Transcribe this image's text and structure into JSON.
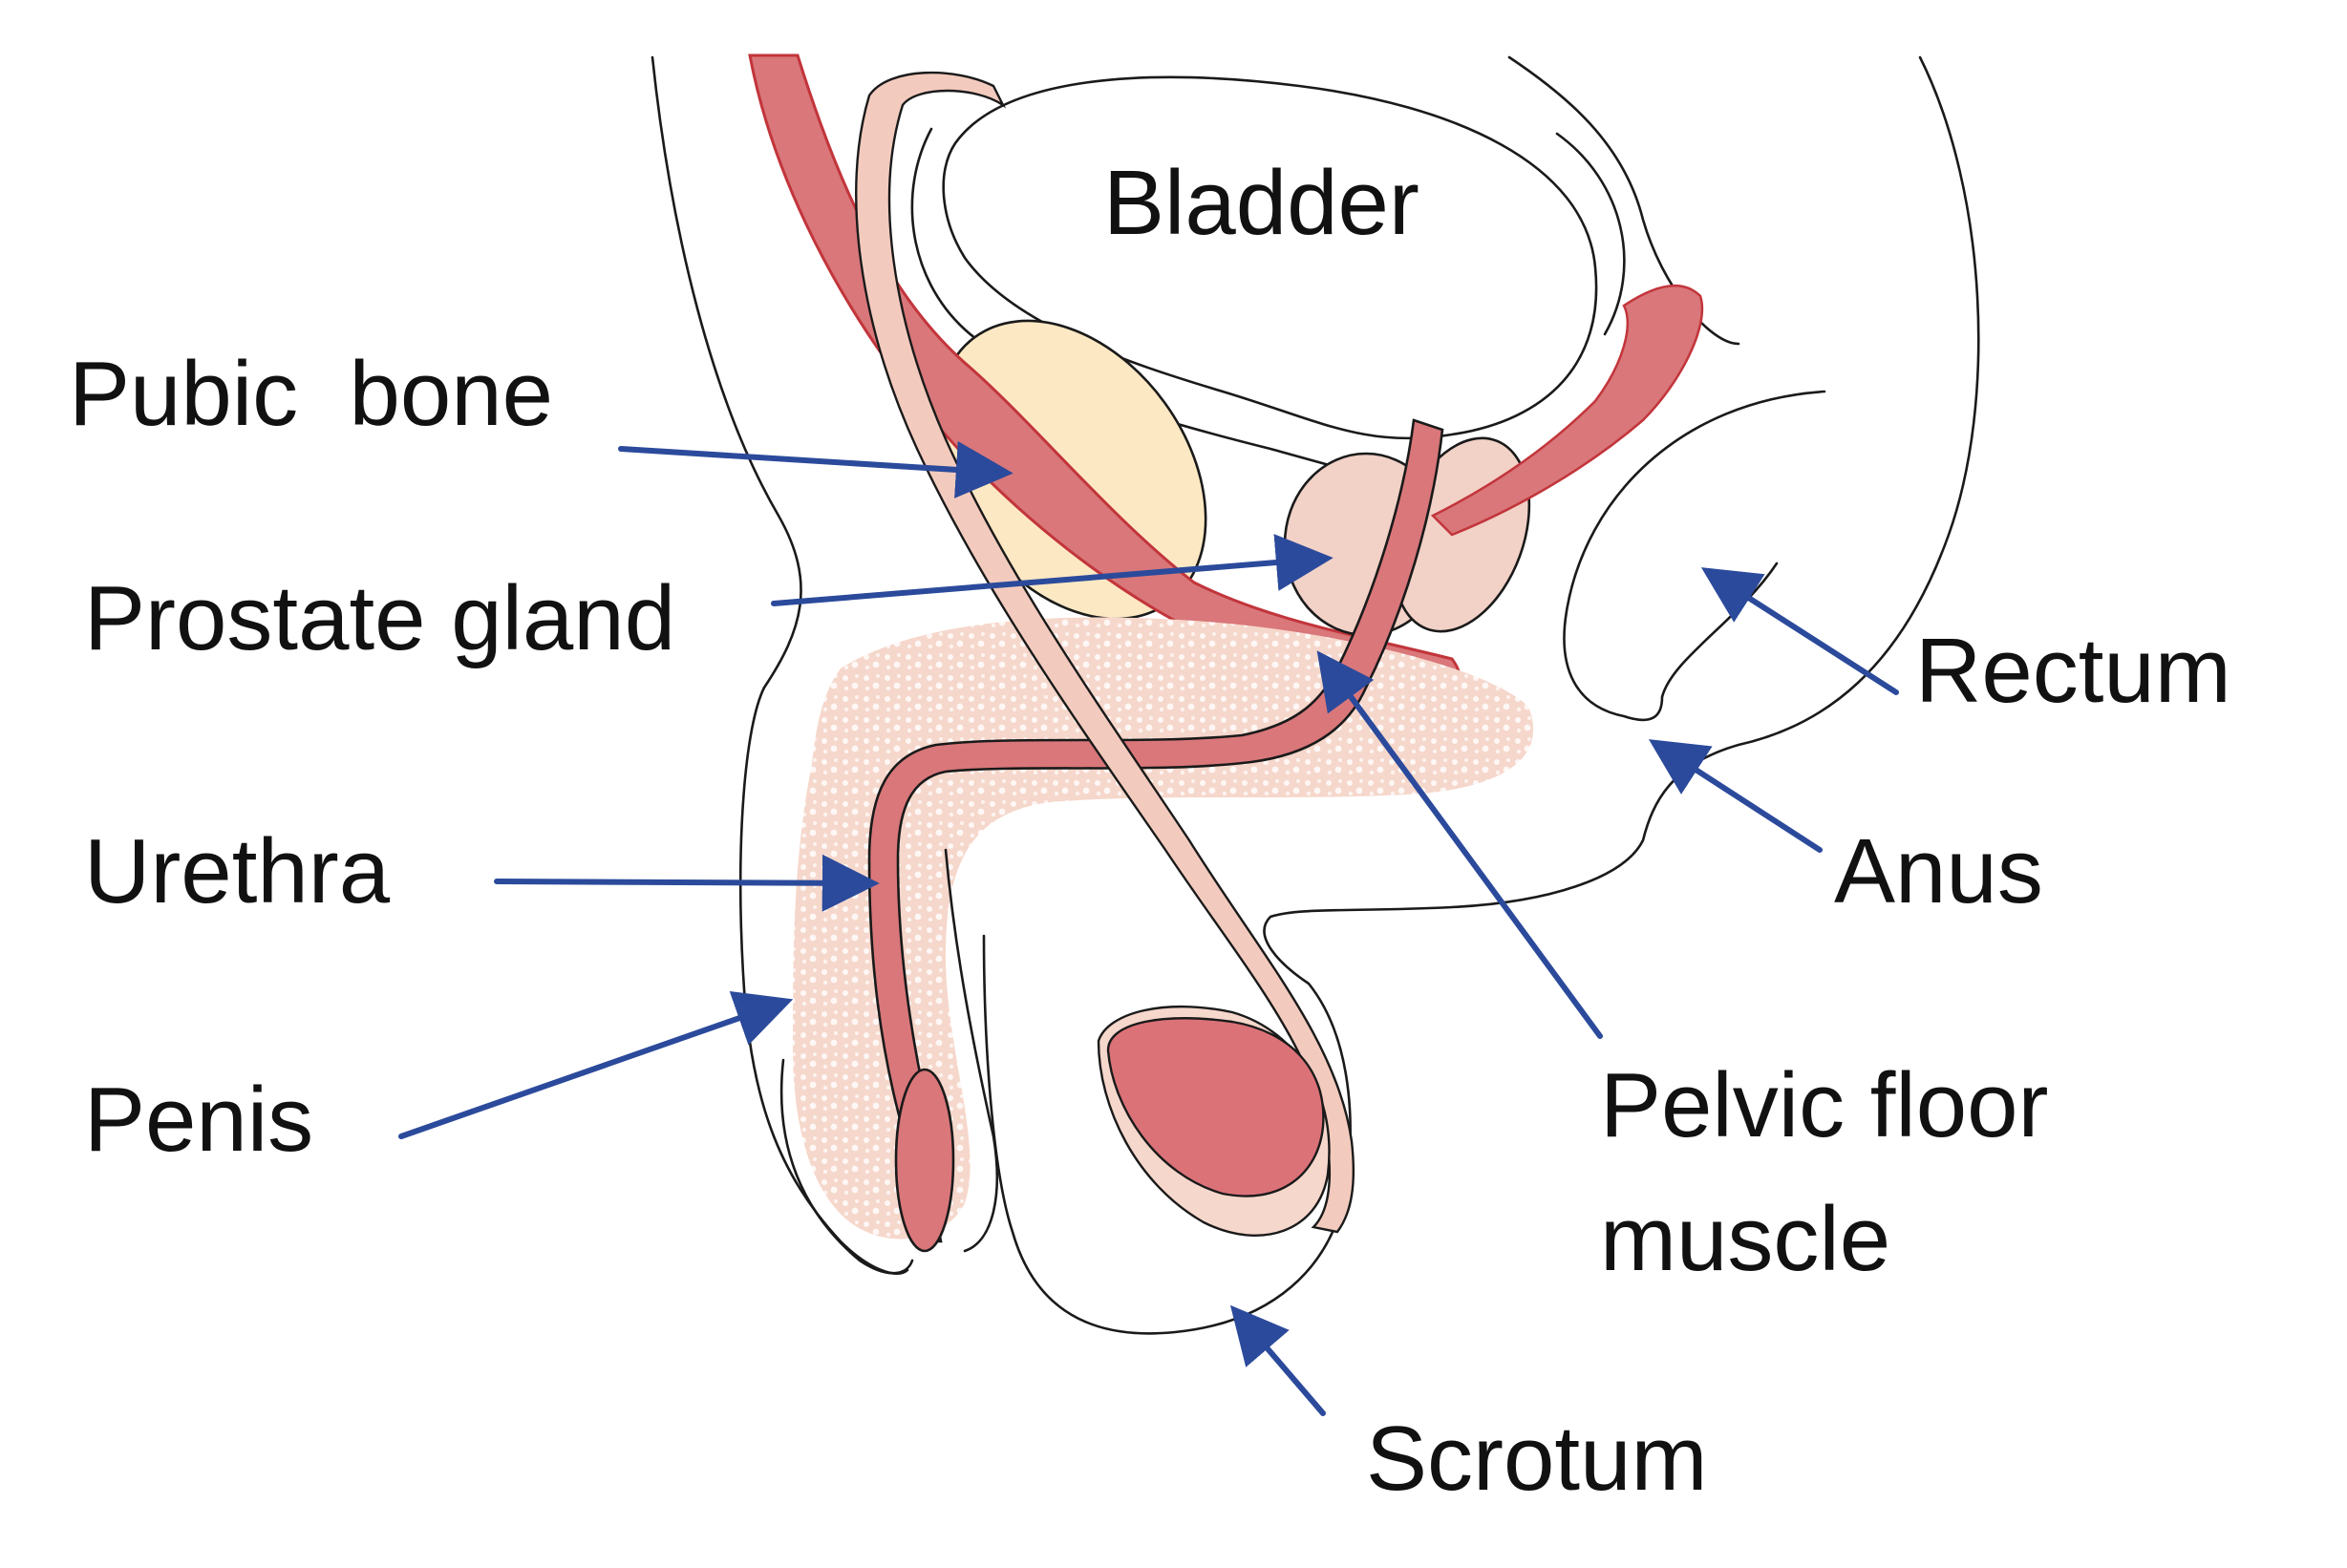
{
  "labels": {
    "bladder": "Bladder",
    "pubic_bone": "Pubic  bone",
    "prostate_gland": "Prostate gland",
    "urethra": "Urethra",
    "penis": "Penis",
    "rectum": "Rectum",
    "anus": "Anus",
    "pelvic_floor_line1": "Pelvic floor",
    "pelvic_floor_line2": "muscle",
    "scrotum": "Scrotum"
  },
  "colors": {
    "arrow": "#2b4a9b",
    "outline": "#1a1a1a",
    "muscle": "#d9777a",
    "muscle_dark": "#c2353b",
    "bone": "#fde8c4",
    "prostate": "#f2d1c7",
    "penis_tissue": "#f6d7cb",
    "testis": "#db7278",
    "tube": "#f3cbbe"
  }
}
